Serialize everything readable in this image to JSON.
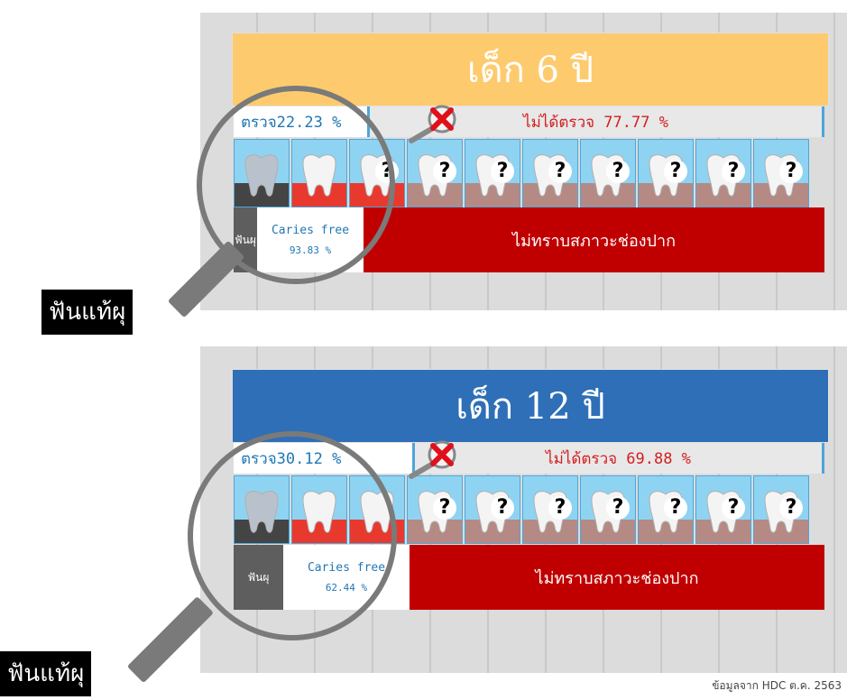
{
  "colors": {
    "banner6": "#fdcb6e",
    "banner12": "#2e6fb7",
    "red": "#c00000",
    "blue_text": "#1f77b4",
    "red_text": "#d32020"
  },
  "section6": {
    "banner": "เด็ก 6 ปี",
    "checked": "ตรวจ22.23 %",
    "unchecked": "ไม่ได้ตรวจ 77.77 %",
    "caries_label": "ฟันผุ",
    "caries_free_label": "Caries free",
    "caries_free_value": "93.83 %",
    "unknown_label": "ไม่ทราบสภาวะช่องปาก"
  },
  "section12": {
    "banner": "เด็ก 12 ปี",
    "checked": "ตรวจ30.12 %",
    "unchecked": "ไม่ได้ตรวจ 69.88 %",
    "caries_label": "ฟันผุ",
    "caries_free_label": "Caries free",
    "caries_free_value": "62.44 %",
    "unknown_label": "ไม่ทราบสภาวะช่องปาก"
  },
  "tag_label": "ฟันแท้ผุ",
  "footer": "ข้อมูลจาก HDC ต.ค. 2563",
  "tooth_q": "?"
}
